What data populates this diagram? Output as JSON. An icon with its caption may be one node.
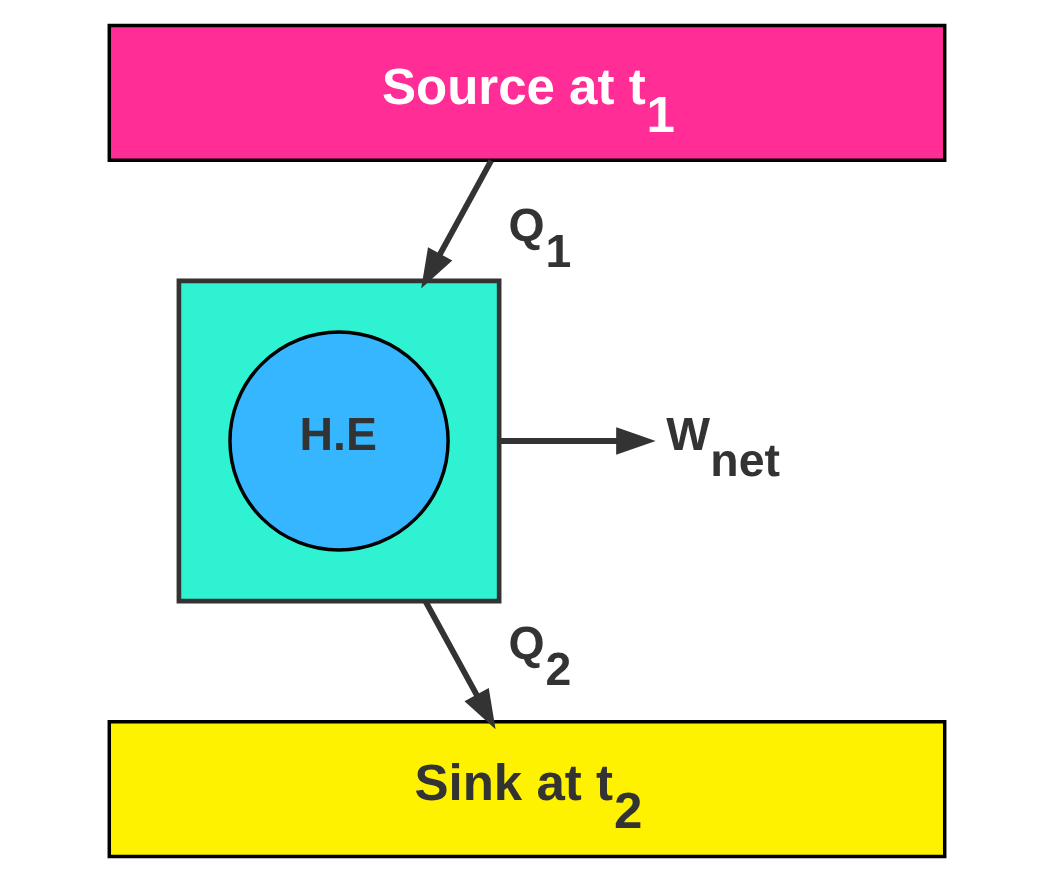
{
  "diagram": {
    "nodes": [
      {
        "text": [
          "Source at t$_{1}$"
        ]
      },
      {
        "text": [],
        "shape": "box"
      },
      {
        "text": [
          "H.E"
        ],
        "in": 1
      },
      {
        "text": [
          "Sink at t$_{2}$"
        ]
      },
      {
        "text": [
          "W$_{net}$"
        ]
      }
    ],
    "edges": [
      {
        "from": 0,
        "to": 1,
        "arrow": "to",
        "label": "Q$_{1}$"
      },
      {
        "from": 1,
        "to": 3,
        "arrow": "to",
        "label": "Q$_{2}$"
      },
      {
        "from": 1,
        "to": 4,
        "arrow": "to"
      }
    ]
  }
}
